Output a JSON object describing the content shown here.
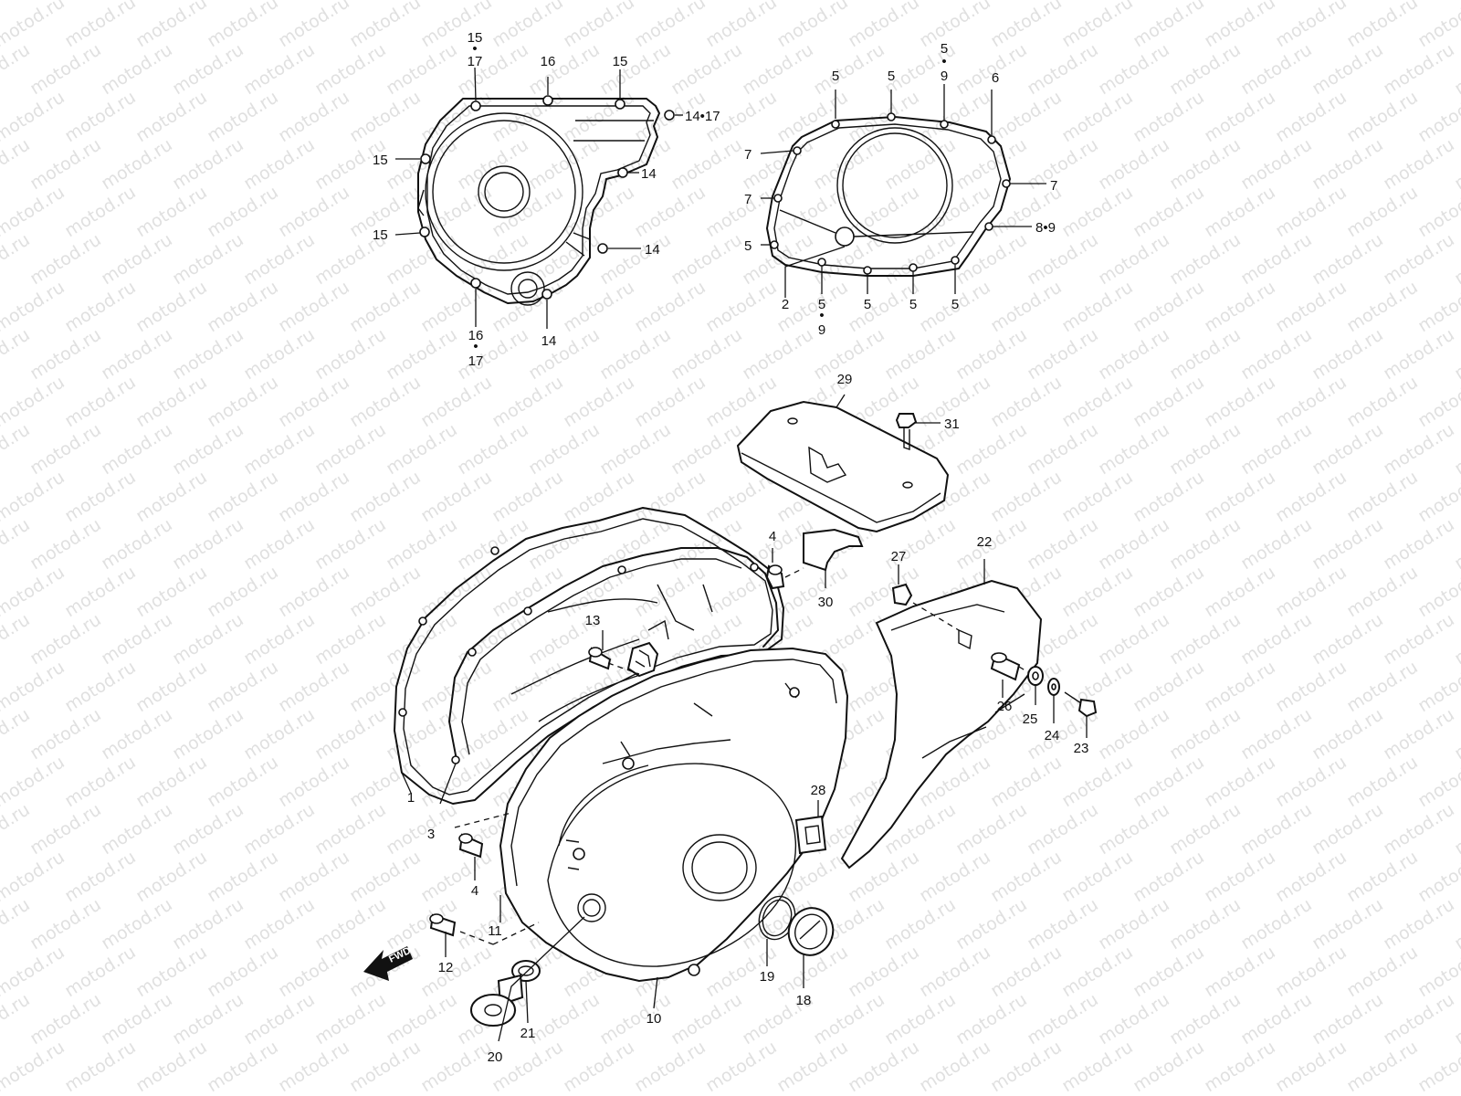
{
  "watermark": {
    "text": "motod.ru",
    "color": "#e0e0e0"
  },
  "callouts": [
    {
      "id": "c15a",
      "text": "15"
    },
    {
      "id": "c17a",
      "text": "17"
    },
    {
      "id": "c16a",
      "text": "16"
    },
    {
      "id": "c15b",
      "text": "15"
    },
    {
      "id": "c1417a",
      "text": "14•17"
    },
    {
      "id": "c15c",
      "text": "15"
    },
    {
      "id": "c14a",
      "text": "14"
    },
    {
      "id": "c15d",
      "text": "15"
    },
    {
      "id": "c14b",
      "text": "14"
    },
    {
      "id": "c16b",
      "text": "16"
    },
    {
      "id": "c17b",
      "text": "17"
    },
    {
      "id": "c14c",
      "text": "14"
    },
    {
      "id": "c5a",
      "text": "5"
    },
    {
      "id": "c5b",
      "text": "5"
    },
    {
      "id": "c5c",
      "text": "5"
    },
    {
      "id": "c9a",
      "text": "9"
    },
    {
      "id": "c6",
      "text": "6"
    },
    {
      "id": "c7a",
      "text": "7"
    },
    {
      "id": "c7b",
      "text": "7"
    },
    {
      "id": "c7c",
      "text": "7"
    },
    {
      "id": "c89",
      "text": "8•9"
    },
    {
      "id": "c5d",
      "text": "5"
    },
    {
      "id": "c2",
      "text": "2"
    },
    {
      "id": "c5e",
      "text": "5"
    },
    {
      "id": "c9b",
      "text": "9"
    },
    {
      "id": "c5f",
      "text": "5"
    },
    {
      "id": "c5g",
      "text": "5"
    },
    {
      "id": "c5h",
      "text": "5"
    },
    {
      "id": "c29",
      "text": "29"
    },
    {
      "id": "c31",
      "text": "31"
    },
    {
      "id": "c4a",
      "text": "4"
    },
    {
      "id": "c30",
      "text": "30"
    },
    {
      "id": "c27",
      "text": "27"
    },
    {
      "id": "c22",
      "text": "22"
    },
    {
      "id": "c13",
      "text": "13"
    },
    {
      "id": "c26",
      "text": "26"
    },
    {
      "id": "c25",
      "text": "25"
    },
    {
      "id": "c24",
      "text": "24"
    },
    {
      "id": "c23",
      "text": "23"
    },
    {
      "id": "c1",
      "text": "1"
    },
    {
      "id": "c3",
      "text": "3"
    },
    {
      "id": "c28",
      "text": "28"
    },
    {
      "id": "c4b",
      "text": "4"
    },
    {
      "id": "c11",
      "text": "11"
    },
    {
      "id": "c12",
      "text": "12"
    },
    {
      "id": "c19",
      "text": "19"
    },
    {
      "id": "c18",
      "text": "18"
    },
    {
      "id": "c10",
      "text": "10"
    },
    {
      "id": "c21",
      "text": "21"
    },
    {
      "id": "c20",
      "text": "20"
    }
  ],
  "fwd_label": "FWD",
  "icons": {
    "fwd": "forward-arrow-icon"
  }
}
